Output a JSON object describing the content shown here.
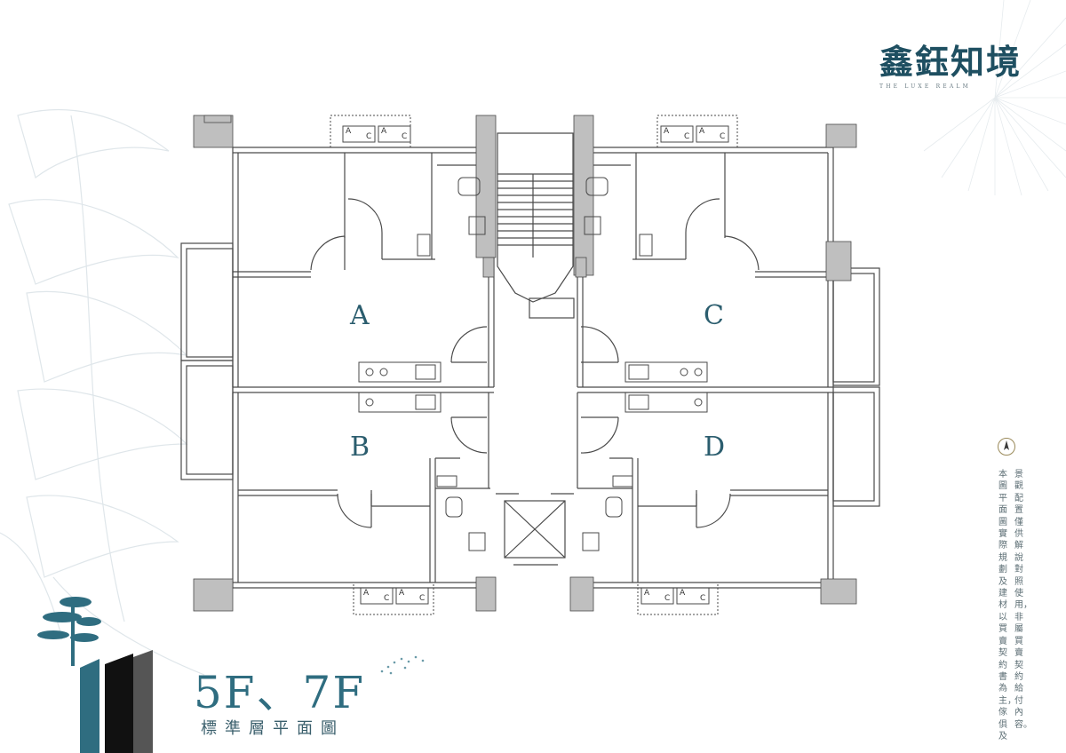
{
  "brand": {
    "title": "鑫鈺知境",
    "subtitle": "THE LUXE REALM"
  },
  "floors": {
    "title": "5F、7F",
    "subtitle": "標準層平面圖"
  },
  "units": {
    "a": "A",
    "b": "B",
    "c": "C",
    "d": "D"
  },
  "ac_label": {
    "a": "A",
    "c": "C"
  },
  "disclaimer": {
    "line1": "景觀配置僅供解說對照使用，非屬買賣契約給付內容。",
    "line2": "本圖平面圖實際規劃及建材以買賣契約書為主，傢俱及"
  },
  "colors": {
    "wall": "#bfbfbf",
    "line": "#4a4a4a",
    "accent": "#1e4f61",
    "label": "#2b5d6e"
  }
}
